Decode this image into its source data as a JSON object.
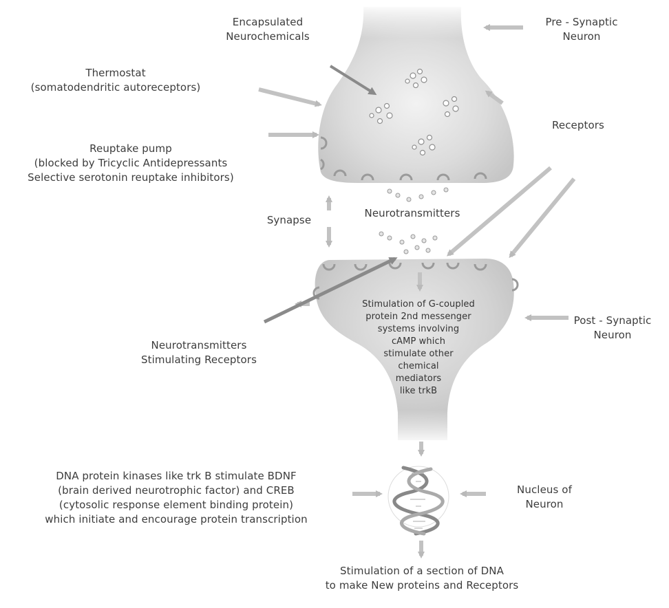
{
  "labels": {
    "encapsulated": [
      "Encapsulated",
      "Neurochemicals"
    ],
    "pre_synaptic": [
      "Pre - Synaptic",
      "Neuron"
    ],
    "thermostat": [
      "Thermostat",
      "(somatodendritic autoreceptors)"
    ],
    "receptors": "Receptors",
    "reuptake": [
      "Reuptake pump",
      "(blocked by Tricyclic Antidepressants",
      "Selective serotonin reuptake inhibitors)"
    ],
    "synapse": "Synapse",
    "neurotransmitters": "Neurotransmitters",
    "post_synaptic": [
      "Post - Synaptic",
      "Neuron"
    ],
    "nt_stimulating": [
      "Neurotransmitters",
      "Stimulating Receptors"
    ],
    "stimulation_gprotein": [
      "Stimulation of G-coupled",
      "protein 2nd messenger",
      "systems involving",
      "cAMP which",
      "stimulate other",
      "chemical",
      "mediators",
      "like trkB"
    ],
    "dna_kinases": [
      "DNA protein kinases like trk B stimulate BDNF",
      "(brain derived neurotrophic factor) and CREB",
      "(cytosolic response element binding protein)",
      "which initiate and encourage protein transcription"
    ],
    "nucleus": [
      "Nucleus of",
      "Neuron"
    ],
    "new_proteins": [
      "Stimulation of a section of DNA",
      "to make New proteins and Receptors"
    ]
  },
  "colors": {
    "neuron_fill": "#d9d9d9",
    "arrow": "#b9b9b9",
    "arrow_dark": "#8a8a8a",
    "text": "#3c3c3c"
  }
}
